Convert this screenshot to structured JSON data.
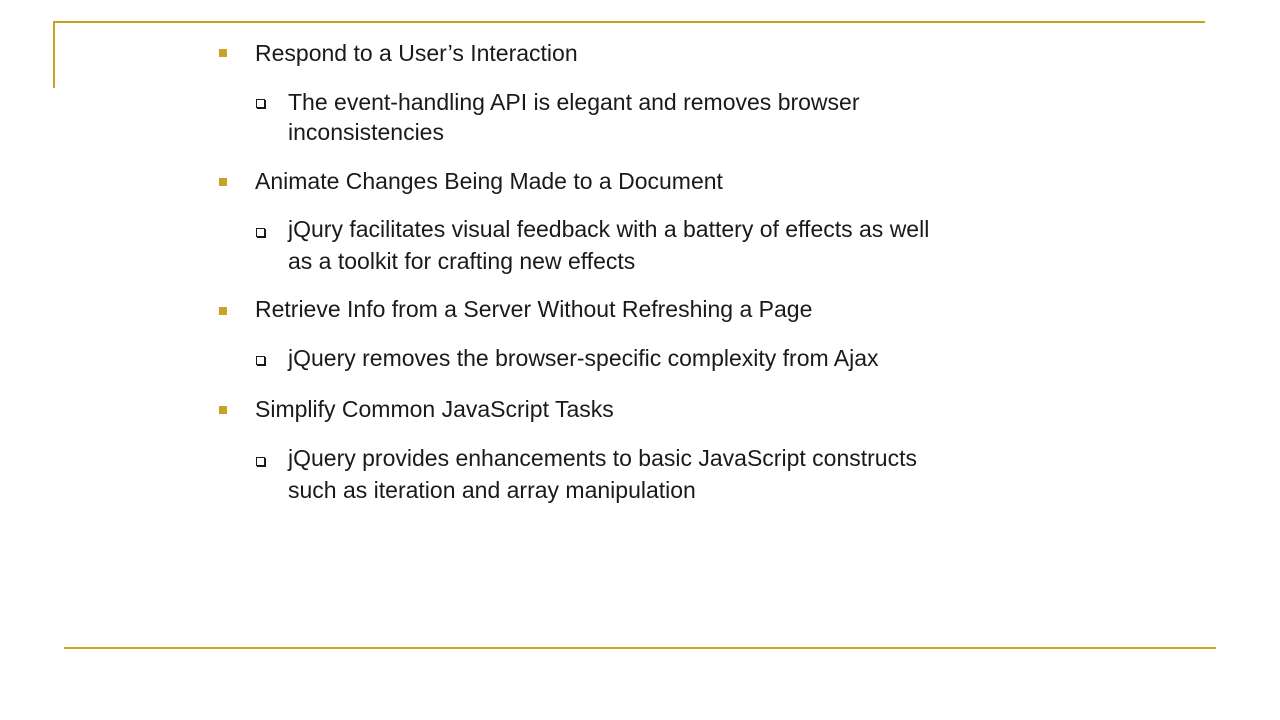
{
  "colors": {
    "accent": "#c8a227",
    "text": "#1a1a1a",
    "background": "#ffffff"
  },
  "items": [
    {
      "heading": "Respond to a User’s Interaction",
      "detail_lines": [
        "The event-handling API is elegant and removes browser",
        "inconsistencies"
      ]
    },
    {
      "heading": "Animate Changes Being Made to a Document",
      "detail_lines": [
        "jQury facilitates visual feedback with a battery of effects as well",
        "as a toolkit for crafting new effects"
      ]
    },
    {
      "heading": "Retrieve Info from a Server Without Refreshing a Page",
      "detail_lines": [
        "jQuery removes the browser-specific complexity from Ajax"
      ]
    },
    {
      "heading": "Simplify Common JavaScript Tasks",
      "detail_lines": [
        "jQuery provides enhancements to basic JavaScript constructs",
        "such as iteration and array manipulation"
      ]
    }
  ]
}
